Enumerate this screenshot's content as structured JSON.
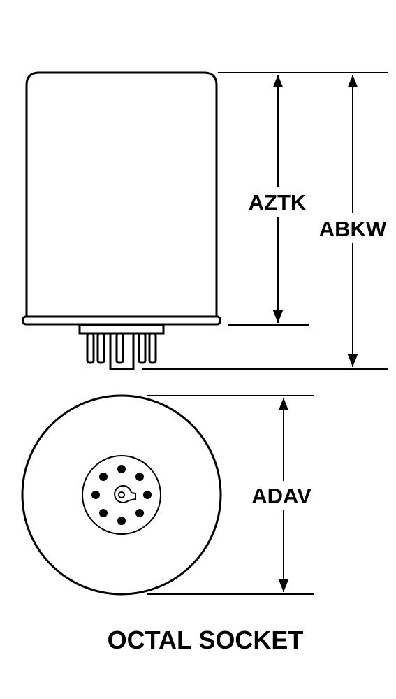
{
  "diagram": {
    "colors": {
      "ink": "#000000",
      "background": "#ffffff"
    },
    "dimensions": {
      "height_to_flange": "AZTK",
      "overall_height": "ABKW",
      "diameter": "ADAV"
    },
    "caption": "OCTAL SOCKET",
    "socket": {
      "pin_count": 8
    }
  }
}
